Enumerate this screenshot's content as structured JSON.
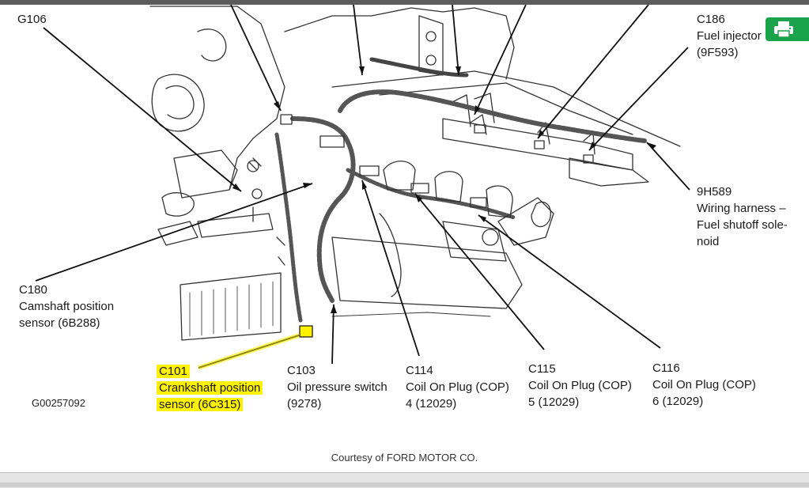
{
  "figure_id": "G00257092",
  "courtesy": "Courtesy of FORD MOTOR CO.",
  "print_button": {
    "icon": "printer-icon"
  },
  "highlight_color": "#fff200",
  "labels": {
    "g106": {
      "code": "G106"
    },
    "c186": {
      "code": "C186",
      "line1": "Fuel injector",
      "line2": "(9F593)"
    },
    "h9h589": {
      "code": "9H589",
      "line1": "Wiring harness –",
      "line2": "Fuel shutoff sole-",
      "line3": "noid"
    },
    "c180": {
      "code": "C180",
      "line1": "Camshaft position",
      "line2": "sensor (6B288)"
    },
    "c101": {
      "code": "C101",
      "line1": "Crankshaft position",
      "line2": "sensor (6C315)"
    },
    "c103": {
      "code": "C103",
      "line1": "Oil pressure switch",
      "line2": "(9278)"
    },
    "c114": {
      "code": "C114",
      "line1": "Coil On Plug (COP)",
      "line2": "4 (12029)"
    },
    "c115": {
      "code": "C115",
      "line1": "Coil On Plug (COP)",
      "line2": "5 (12029)"
    },
    "c116": {
      "code": "C116",
      "line1": "Coil On Plug (COP)",
      "line2": "6 (12029)"
    }
  }
}
